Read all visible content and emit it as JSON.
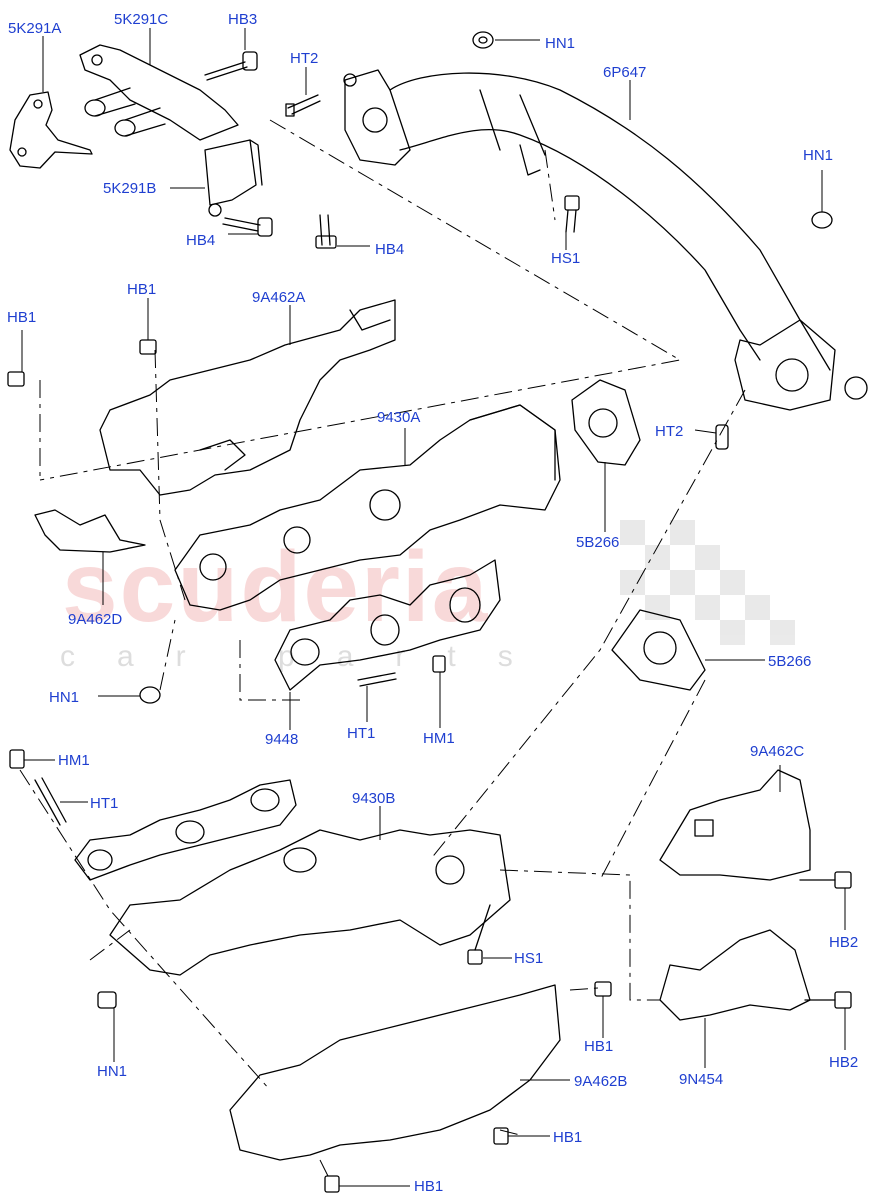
{
  "diagram": {
    "watermark": {
      "brand": "scuderia",
      "subline": "car parts"
    },
    "callouts": [
      {
        "id": "c1",
        "text": "5K291A"
      },
      {
        "id": "c2",
        "text": "5K291C"
      },
      {
        "id": "c3",
        "text": "HB3"
      },
      {
        "id": "c4",
        "text": "HN1"
      },
      {
        "id": "c5",
        "text": "HT2"
      },
      {
        "id": "c6",
        "text": "6P647"
      },
      {
        "id": "c7",
        "text": "HN1"
      },
      {
        "id": "c8",
        "text": "5K291B"
      },
      {
        "id": "c9",
        "text": "HB4"
      },
      {
        "id": "c10",
        "text": "HB4"
      },
      {
        "id": "c11",
        "text": "HS1"
      },
      {
        "id": "c12",
        "text": "HB1"
      },
      {
        "id": "c13",
        "text": "9A462A"
      },
      {
        "id": "c14",
        "text": "HB1"
      },
      {
        "id": "c15",
        "text": "9430A"
      },
      {
        "id": "c16",
        "text": "HT2"
      },
      {
        "id": "c17",
        "text": "5B266"
      },
      {
        "id": "c18",
        "text": "9A462D"
      },
      {
        "id": "c19",
        "text": "5B266"
      },
      {
        "id": "c20",
        "text": "HN1"
      },
      {
        "id": "c21",
        "text": "HT1"
      },
      {
        "id": "c22",
        "text": "HM1"
      },
      {
        "id": "c23",
        "text": "9448"
      },
      {
        "id": "c24",
        "text": "HM1"
      },
      {
        "id": "c25",
        "text": "HT1"
      },
      {
        "id": "c26",
        "text": "9A462C"
      },
      {
        "id": "c27",
        "text": "9430B"
      },
      {
        "id": "c28",
        "text": "HS1"
      },
      {
        "id": "c29",
        "text": "HB2"
      },
      {
        "id": "c30",
        "text": "HN1"
      },
      {
        "id": "c31",
        "text": "HB1"
      },
      {
        "id": "c32",
        "text": "HB2"
      },
      {
        "id": "c33",
        "text": "9N454"
      },
      {
        "id": "c34",
        "text": "9A462B"
      },
      {
        "id": "c35",
        "text": "HB1"
      },
      {
        "id": "c36",
        "text": "HB1"
      }
    ]
  }
}
